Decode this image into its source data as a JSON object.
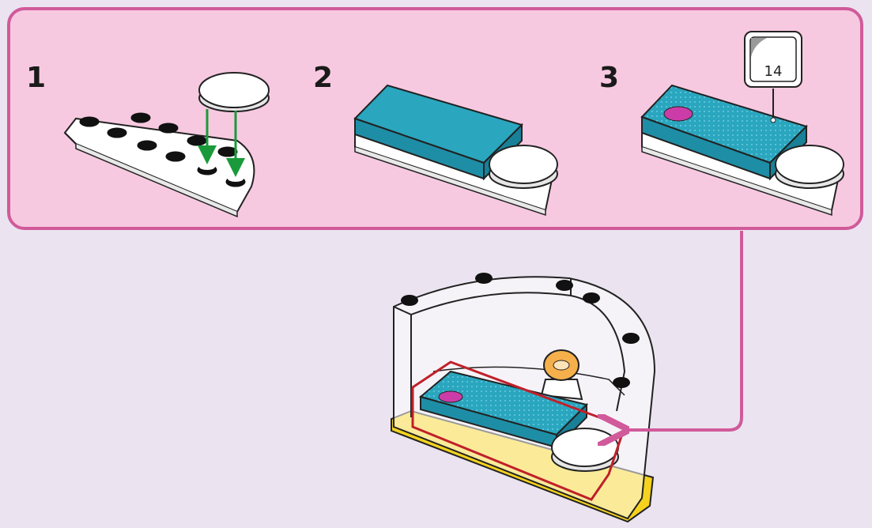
{
  "steps": [
    {
      "number": "1"
    },
    {
      "number": "2"
    },
    {
      "number": "3"
    }
  ],
  "sticker": {
    "label": "14"
  },
  "colors": {
    "panel_background": "#f7c9e0",
    "panel_border": "#d05a9a",
    "page_background": "#ebe4f0",
    "arrow_green": "#1a9a3a",
    "tile_teal": "#2aa6bf",
    "base_yellow": "#f5d21e",
    "outline_red": "#c0202a",
    "sticker_magenta": "#cc3ca8"
  }
}
